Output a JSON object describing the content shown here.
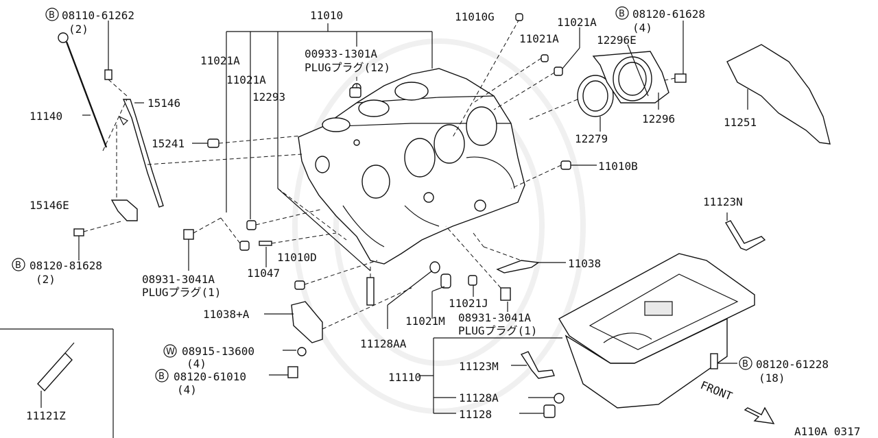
{
  "parts": {
    "p11010": "11010",
    "p11021a_1": "11021A",
    "p11021a_2": "11021A",
    "p11021a_3": "11021A",
    "p11021a_4": "11021A",
    "p12293": "12293",
    "p00933_code": "00933-1301A",
    "p00933_desc": "PLUGプラグ(12)",
    "p11010g": "11010G",
    "p08120_61628_code": "08120-61628",
    "p08120_61628_qty": "(4)",
    "p12296e": "12296E",
    "p12296": "12296",
    "p12279": "12279",
    "p11251": "11251",
    "p11010b": "11010B",
    "p08110_61262_code": "08110-61262",
    "p08110_61262_qty": "(2)",
    "p11140": "11140",
    "p15146": "15146",
    "p15241": "15241",
    "p15146e": "15146E",
    "p08120_81628_code": "08120-81628",
    "p08120_81628_qty": "(2)",
    "p08931_a_code": "08931-3041A",
    "p08931_a_desc": "PLUGプラグ(1)",
    "p11047": "11047",
    "p11010d": "11010D",
    "p11038": "11038",
    "p11038a": "11038+A",
    "p11123n": "11123N",
    "p11021j": "11021J",
    "p11021m": "11021M",
    "p08931_b_code": "08931-3041A",
    "p08931_b_desc": "PLUGプラグ(1)",
    "p11128aa": "11128AA",
    "p08915_code": "08915-13600",
    "p08915_qty": "(4)",
    "p08120_61010_code": "08120-61010",
    "p08120_61010_qty": "(4)",
    "p11110": "11110",
    "p11123m": "11123M",
    "p11128a": "11128A",
    "p11128": "11128",
    "p08120_61228_code": "08120-61228",
    "p08120_61228_qty": "(18)",
    "p11121z": "11121Z"
  },
  "markers": {
    "bolt": "B",
    "washer": "W"
  },
  "front_label": "FRONT",
  "figure_code": "A110A 0317"
}
